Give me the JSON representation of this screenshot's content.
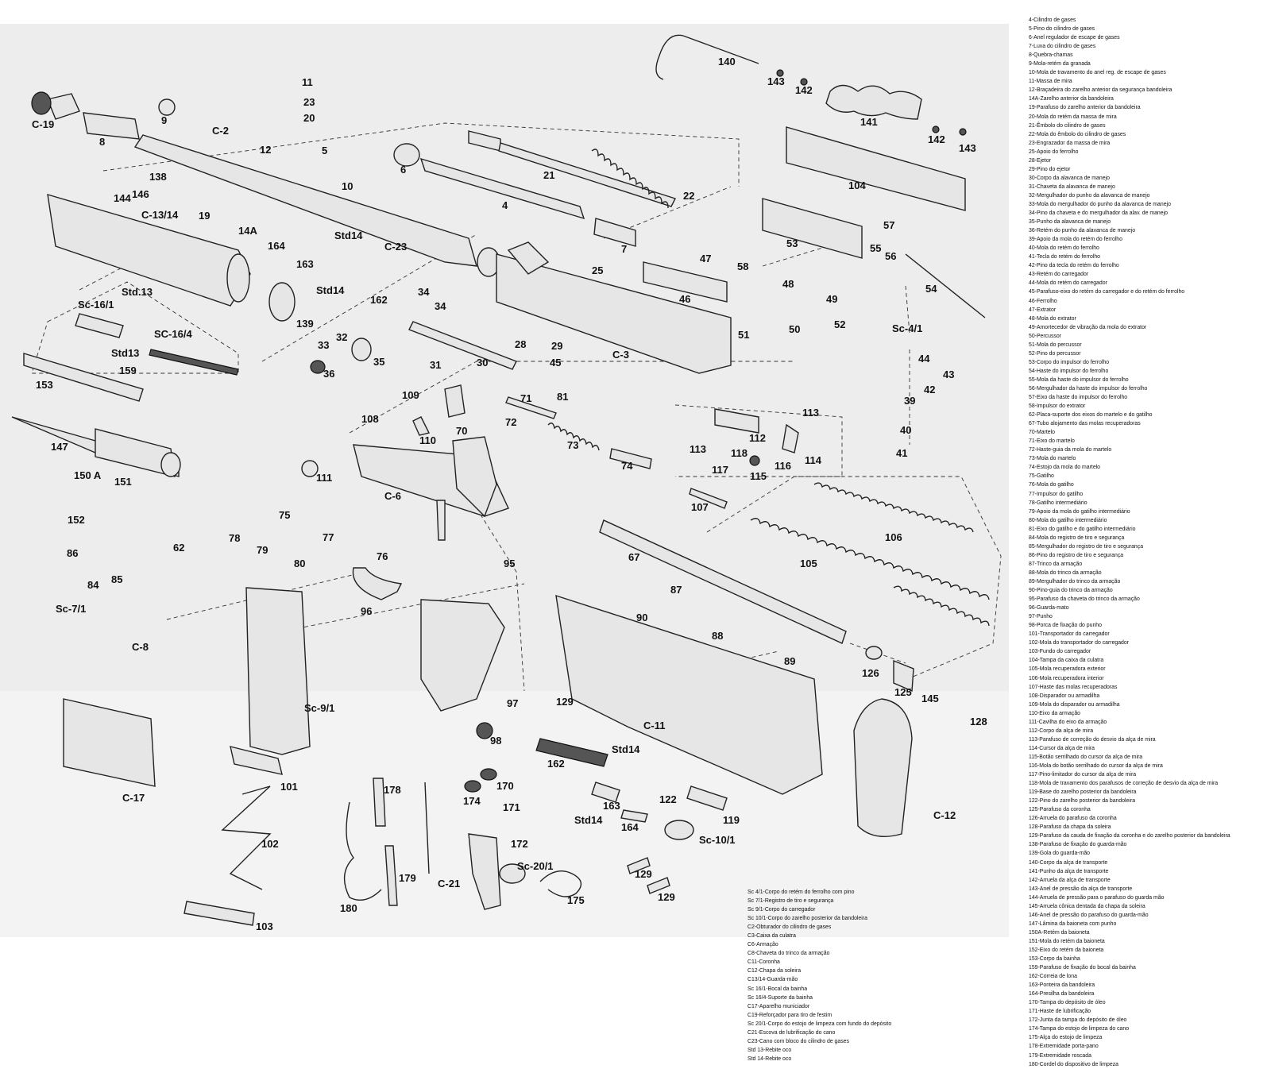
{
  "legend_right": [
    "4-Cilindro de gases",
    "5-Pino do cilindro de gases",
    "6-Anel regulador de escape de gases",
    "7-Luva do cilindro de gases",
    "8-Quebra-chamas",
    "9-Mola-retém da granada",
    "10-Mola de travamento do anel reg. de escape de gases",
    "11-Massa de mira",
    "12-Braçadeira do zarelho anterior da segurança bandoleira",
    "14A-Zarelho anterior da bandoleira",
    "19-Parafuso do zarelho anterior da bandoleira",
    "20-Mola do retém da massa de mira",
    "21-Êmbolo do cilindro de gases",
    "22-Mola do êmbolo do cilindro de gases",
    "23-Engrazador da massa de mira",
    "25-Apoio do ferrolho",
    "28-Ejetor",
    "29-Pino do ejetor",
    "30-Corpo da alavanca de manejo",
    "31-Chaveta da alavanca de manejo",
    "32-Mergulhador do punho da alavanca de manejo",
    "33-Mola do mergulhador do punho da alavanca de manejo",
    "34-Pino da chaveta e do mergulhador da alav. de manejo",
    "35-Punho da alavanca de manejo",
    "36-Retém do punho da alavanca de manejo",
    "39-Apoio da mola do retém do ferrolho",
    "40-Mola do retém do ferrolho",
    "41-Tecla do retém do ferrolho",
    "42-Pino da tecla do retém do ferrolho",
    "43-Retém do carregador",
    "44-Mola do retém do carregador",
    "45-Parafuso-eixo do retém do carregador e do retém do ferrolho",
    "46-Ferrolho",
    "47-Extrator",
    "48-Mola do extrator",
    "49-Amortecedor de vibração da mola do extrator",
    "50-Percussor",
    "51-Mola do percussor",
    "52-Pino do percussor",
    "53-Corpo do impulsor do ferrolho",
    "54-Haste do impulsor do ferrolho",
    "55-Mola da haste do impulsor do ferrolho",
    "56-Mergulhador da haste do impulsor do ferrolho",
    "57-Eixo da haste do impulsor do ferrolho",
    "58-Impulsor do extrator",
    "62-Placa-suporte dos eixos do martelo e do gatilho",
    "67-Tubo alojamento das molas recuperadoras",
    "70-Martelo",
    "71-Eixo do martelo",
    "72-Haste-guia da mola do martelo",
    "73-Mola do martelo",
    "74-Estojo da mola do martelo",
    "75-Gatilho",
    "76-Mola do gatilho",
    "77-Impulsor do gatilho",
    "78-Gatilho intermediário",
    "79-Apoio da mola do gatilho intermediário",
    "80-Mola do gatilho intermediário",
    "81-Eixo do gatilho e do gatilho intermediário",
    "84-Mola do registro de tiro e segurança",
    "85-Mergulhador do registro de tiro e segurança",
    "86-Pino do registro de tiro e segurança",
    "87-Trinco da armação",
    "88-Mola do trinco da armação",
    "89-Mergulhador do trinco da armação",
    "90-Pino-guia do trinco da armação",
    "95-Parafuso da chaveta do trinco da armação",
    "96-Guarda-mato",
    "97-Punho",
    "98-Porca de fixação do punho",
    "101-Transportador do carregador",
    "102-Mola do transportador do carregador",
    "103-Fundo do carregador",
    "104-Tampa da caixa da culatra",
    "105-Mola recuperadora exterior",
    "106-Mola recuperadora interior",
    "107-Haste das molas recuperadoras",
    "108-Disparador ou armadilha",
    "109-Mola do disparador ou armadilha",
    "110-Eixo da armação",
    "111-Cavilha do eixo da armação",
    "112-Corpo da alça de mira",
    "113-Parafuso de correção do desvio da alça de mira",
    "114-Cursor da alça de mira",
    "115-Botão serrilhado do cursor da alça de mira",
    "116-Mola do botão serrilhado do cursor da alça de mira",
    "117-Pino-limitador do cursor da alça de mira",
    "118-Mola de travamento dos parafusos de correção de desvio da alça de mira",
    "119-Base do zarelho posterior da bandoleira",
    "122-Pino do zarelho posterior da bandoleira",
    "125-Parafuso da coronha",
    "126-Arruela do parafuso da coronha",
    "128-Parafuso da chapa da soleira",
    "129-Parafuso da cauda de fixação da coronha e do zarelho posterior da bandoleira",
    "138-Parafuso de fixação do guarda-mão",
    "139-Gola do guarda-mão",
    "140-Corpo da alça de transporte",
    "141-Punho da alça de transporte",
    "142-Arruela da alça de transporte",
    "143-Anel de pressão da alça de transporte",
    "144-Arruela de pressão para o parafuso do guarda mão",
    "145-Arruela cônica dentada da chapa da soleira",
    "146-Anel de pressão do parafuso do guarda-mão",
    "147-Lâmina da baioneta com punho",
    "150A-Retém da baioneta",
    "151-Mola do retém da baioneta",
    "152-Eixo do retém da baioneta",
    "153-Corpo da bainha",
    "159-Parafuso de fixação do bocal da bainha",
    "162-Correia de lona",
    "163-Ponteira da bandoleira",
    "164-Presilha da bandoleira",
    "170-Tampa do depósito de óleo",
    "171-Haste de lubrificação",
    "172-Junta da tampa do depósito de óleo",
    "174-Tampa do estojo de limpeza do cano",
    "175-Alça do estojo de limpeza",
    "178-Extremidade porta-pano",
    "179-Extremidade roscada",
    "180-Cordel do dispositivo de limpeza"
  ],
  "legend_bottom": [
    "Sc 4/1-Corpo do retém do ferrolho com pino",
    "Sc 7/1-Registro de tiro e segurança",
    "Sc 9/1-Corpo do carregador",
    "Sc 10/1-Corpo do zarelho posterior da bandoleira",
    "C2-Obturador do cilindro de gases",
    "C3-Caixa da culatra",
    "C6-Armação",
    "C8-Chaveta do trinco da armação",
    "C11-Coronha",
    "C12-Chapa da soleira",
    "C13/14-Guarda-mão",
    "Sc 16/1-Bocal da bainha",
    "Sc 16/4-Suporte da bainha",
    "C17-Aparelho municiador",
    "C19-Reforçador para tiro de festim",
    "Sc 20/1-Corpo do estojo de limpeza com fundo do depósito",
    "C21-Escova de lubrificação do cano",
    "C23-Cano com bloco do cilindro de gases",
    "Std 13-Rebite oco",
    "Std 14-Rebite oco"
  ],
  "callouts": {
    "c19": "C-19",
    "n8": "8",
    "n9": "9",
    "c2": "C-2",
    "n11": "11",
    "n23": "23",
    "n20": "20",
    "n12": "12",
    "n5": "5",
    "n10": "10",
    "n6": "6",
    "n21": "21",
    "n22": "22",
    "n140": "140",
    "n143a": "143",
    "n142a": "142",
    "n141": "141",
    "n142b": "142",
    "n143b": "143",
    "n104": "104",
    "n138": "138",
    "n144": "144",
    "n146": "146",
    "c1314": "C-13/14",
    "n19": "19",
    "n14a": "14A",
    "c23": "C-23",
    "n4": "4",
    "n7": "7",
    "n53": "53",
    "n57": "57",
    "n55": "55",
    "n56": "56",
    "n54": "54",
    "n164a": "164",
    "std14a": "Std14",
    "n163a": "163",
    "std14b": "Std14",
    "n162a": "162",
    "n25": "25",
    "n47": "47",
    "n58": "58",
    "n48": "48",
    "n46": "46",
    "n49": "49",
    "std13a": "Std.13",
    "sc161": "Sc-16/1",
    "sc164": "SC-16/4",
    "std13b": "Std13",
    "n139": "139",
    "n34a": "34",
    "n34b": "34",
    "n33": "33",
    "n32": "32",
    "n35": "35",
    "n36": "36",
    "n31": "31",
    "n30": "30",
    "n28": "28",
    "n29": "29",
    "n45": "45",
    "c3": "C-3",
    "n51": "51",
    "n50": "50",
    "n52": "52",
    "sc41": "Sc-4/1",
    "n44": "44",
    "n43": "43",
    "n42": "42",
    "n39": "39",
    "n40": "40",
    "n41": "41",
    "n153": "153",
    "n159": "159",
    "n109": "109",
    "n108": "108",
    "n71": "71",
    "n81": "81",
    "n72": "72",
    "n110": "110",
    "n70": "70",
    "n73": "73",
    "n74": "74",
    "n113a": "113",
    "n112": "112",
    "n113b": "113",
    "n118": "118",
    "n117": "117",
    "n116": "116",
    "n115": "115",
    "n114": "114",
    "n147": "147",
    "n150a": "150 A",
    "n151": "151",
    "n152": "152",
    "n111": "111",
    "c6": "C-6",
    "n107": "107",
    "n106": "106",
    "n105": "105",
    "n62": "62",
    "n75": "75",
    "n78": "78",
    "n79": "79",
    "n77": "77",
    "n80": "80",
    "n76": "76",
    "n95": "95",
    "n67": "67",
    "n86": "86",
    "n84": "84",
    "n85": "85",
    "sc71": "Sc-7/1",
    "c8": "C-8",
    "n96": "96",
    "n87": "87",
    "n90": "90",
    "n88": "88",
    "n89": "89",
    "n126": "126",
    "n125": "125",
    "n145": "145",
    "n128": "128",
    "sc91": "Sc-9/1",
    "n97": "97",
    "n129a": "129",
    "n98": "98",
    "c11": "C-11",
    "c17": "C-17",
    "n101": "101",
    "n102": "102",
    "n103": "103",
    "n162b": "162",
    "std14c": "Std14",
    "n163b": "163",
    "std14d": "Std14",
    "n164b": "164",
    "n122": "122",
    "n119": "119",
    "sc101": "Sc-10/1",
    "n129b": "129",
    "n129c": "129",
    "c12": "C-12",
    "n178": "178",
    "n170": "170",
    "n174": "174",
    "n171": "171",
    "n172": "172",
    "sc201": "Sc-20/1",
    "n175": "175",
    "n179": "179",
    "c21": "C-21",
    "n180": "180"
  }
}
